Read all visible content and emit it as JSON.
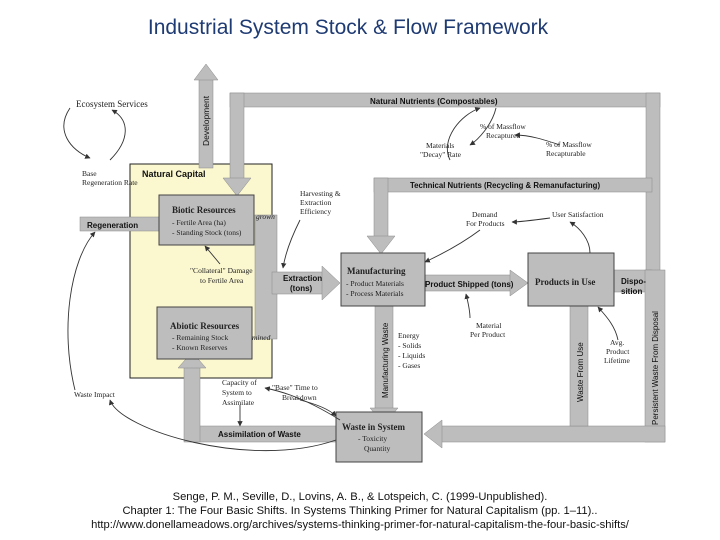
{
  "title": "Industrial System Stock & Flow Framework",
  "diagram": {
    "ecosystem_services": "Ecosystem Services",
    "development": "Development",
    "natural_nutrients": "Natural Nutrients (Compostables)",
    "pct_massflow_recaptured": [
      "% of Massflow",
      "Recaptured"
    ],
    "materials_decay_rate": [
      "Materials",
      "\"Decay\" Rate"
    ],
    "pct_massflow_recapturable": [
      "% of Massflow",
      "Recapturable"
    ],
    "base_regeneration_rate": [
      "Base",
      "Regeneration Rate"
    ],
    "natural_capital": "Natural Capital",
    "harvesting_extraction": [
      "Harvesting &",
      "Extraction",
      "Efficiency"
    ],
    "technical_nutrients": "Technical Nutrients (Recycling & Remanufacturing)",
    "biotic_resources": "Biotic Resources",
    "biotic_items": [
      "- Fertile Area (ha)",
      "- Standing Stock (tons)"
    ],
    "grown": "grown",
    "regeneration": "Regeneration",
    "demand_for_products": [
      "Demand",
      "For Products"
    ],
    "user_satisfaction": "User Satisfaction",
    "collateral_damage": [
      "\"Collateral\" Damage",
      "to Fertile Area"
    ],
    "extraction_tons": [
      "Extraction",
      "(tons)"
    ],
    "manufacturing": "Manufacturing",
    "manufacturing_items": [
      "- Product Materials",
      "- Process Materials"
    ],
    "product_shipped": "Product Shipped (tons)",
    "products_in_use": "Products in Use",
    "disposition": [
      "Dispo-",
      "sition"
    ],
    "persistent_waste": "Persistent Waste From Disposal",
    "abiotic_resources": "Abiotic Resources",
    "abiotic_items": [
      "- Remaining Stock",
      "- Known Reserves"
    ],
    "mined": "mined",
    "manufacturing_waste": "Manufacturing Waste",
    "waste_types": [
      "Energy",
      "- Solids",
      "- Liquids",
      "- Gases"
    ],
    "material_per_product": [
      "Material",
      "Per Product"
    ],
    "waste_from_use": "Waste From Use",
    "avg_product_lifetime": [
      "Avg.",
      "Product",
      "Lifetime"
    ],
    "capacity_to_assimilate": [
      "Capacity of",
      "System to",
      "Assimilate"
    ],
    "base_time_to_breakdown": [
      "\"Base\" Time to",
      "Breakdown"
    ],
    "waste_impact": "Waste Impact",
    "assimilation_of_waste": "Assimilation of Waste",
    "waste_in_system": "Waste in System",
    "waste_items": [
      "- Toxicity",
      "Quantity"
    ]
  },
  "citation": [
    "Senge, P. M., Seville, D., Lovins, A. B., & Lotspeich, C. (1999-Unpublished).",
    "Chapter 1: The Four Basic Shifts. In Systems Thinking Primer for Natural Capitalism (pp. 1–11)..",
    "http://www.donellameadows.org/archives/systems-thinking-primer-for-natural-capitalism-the-four-basic-shifts/"
  ]
}
